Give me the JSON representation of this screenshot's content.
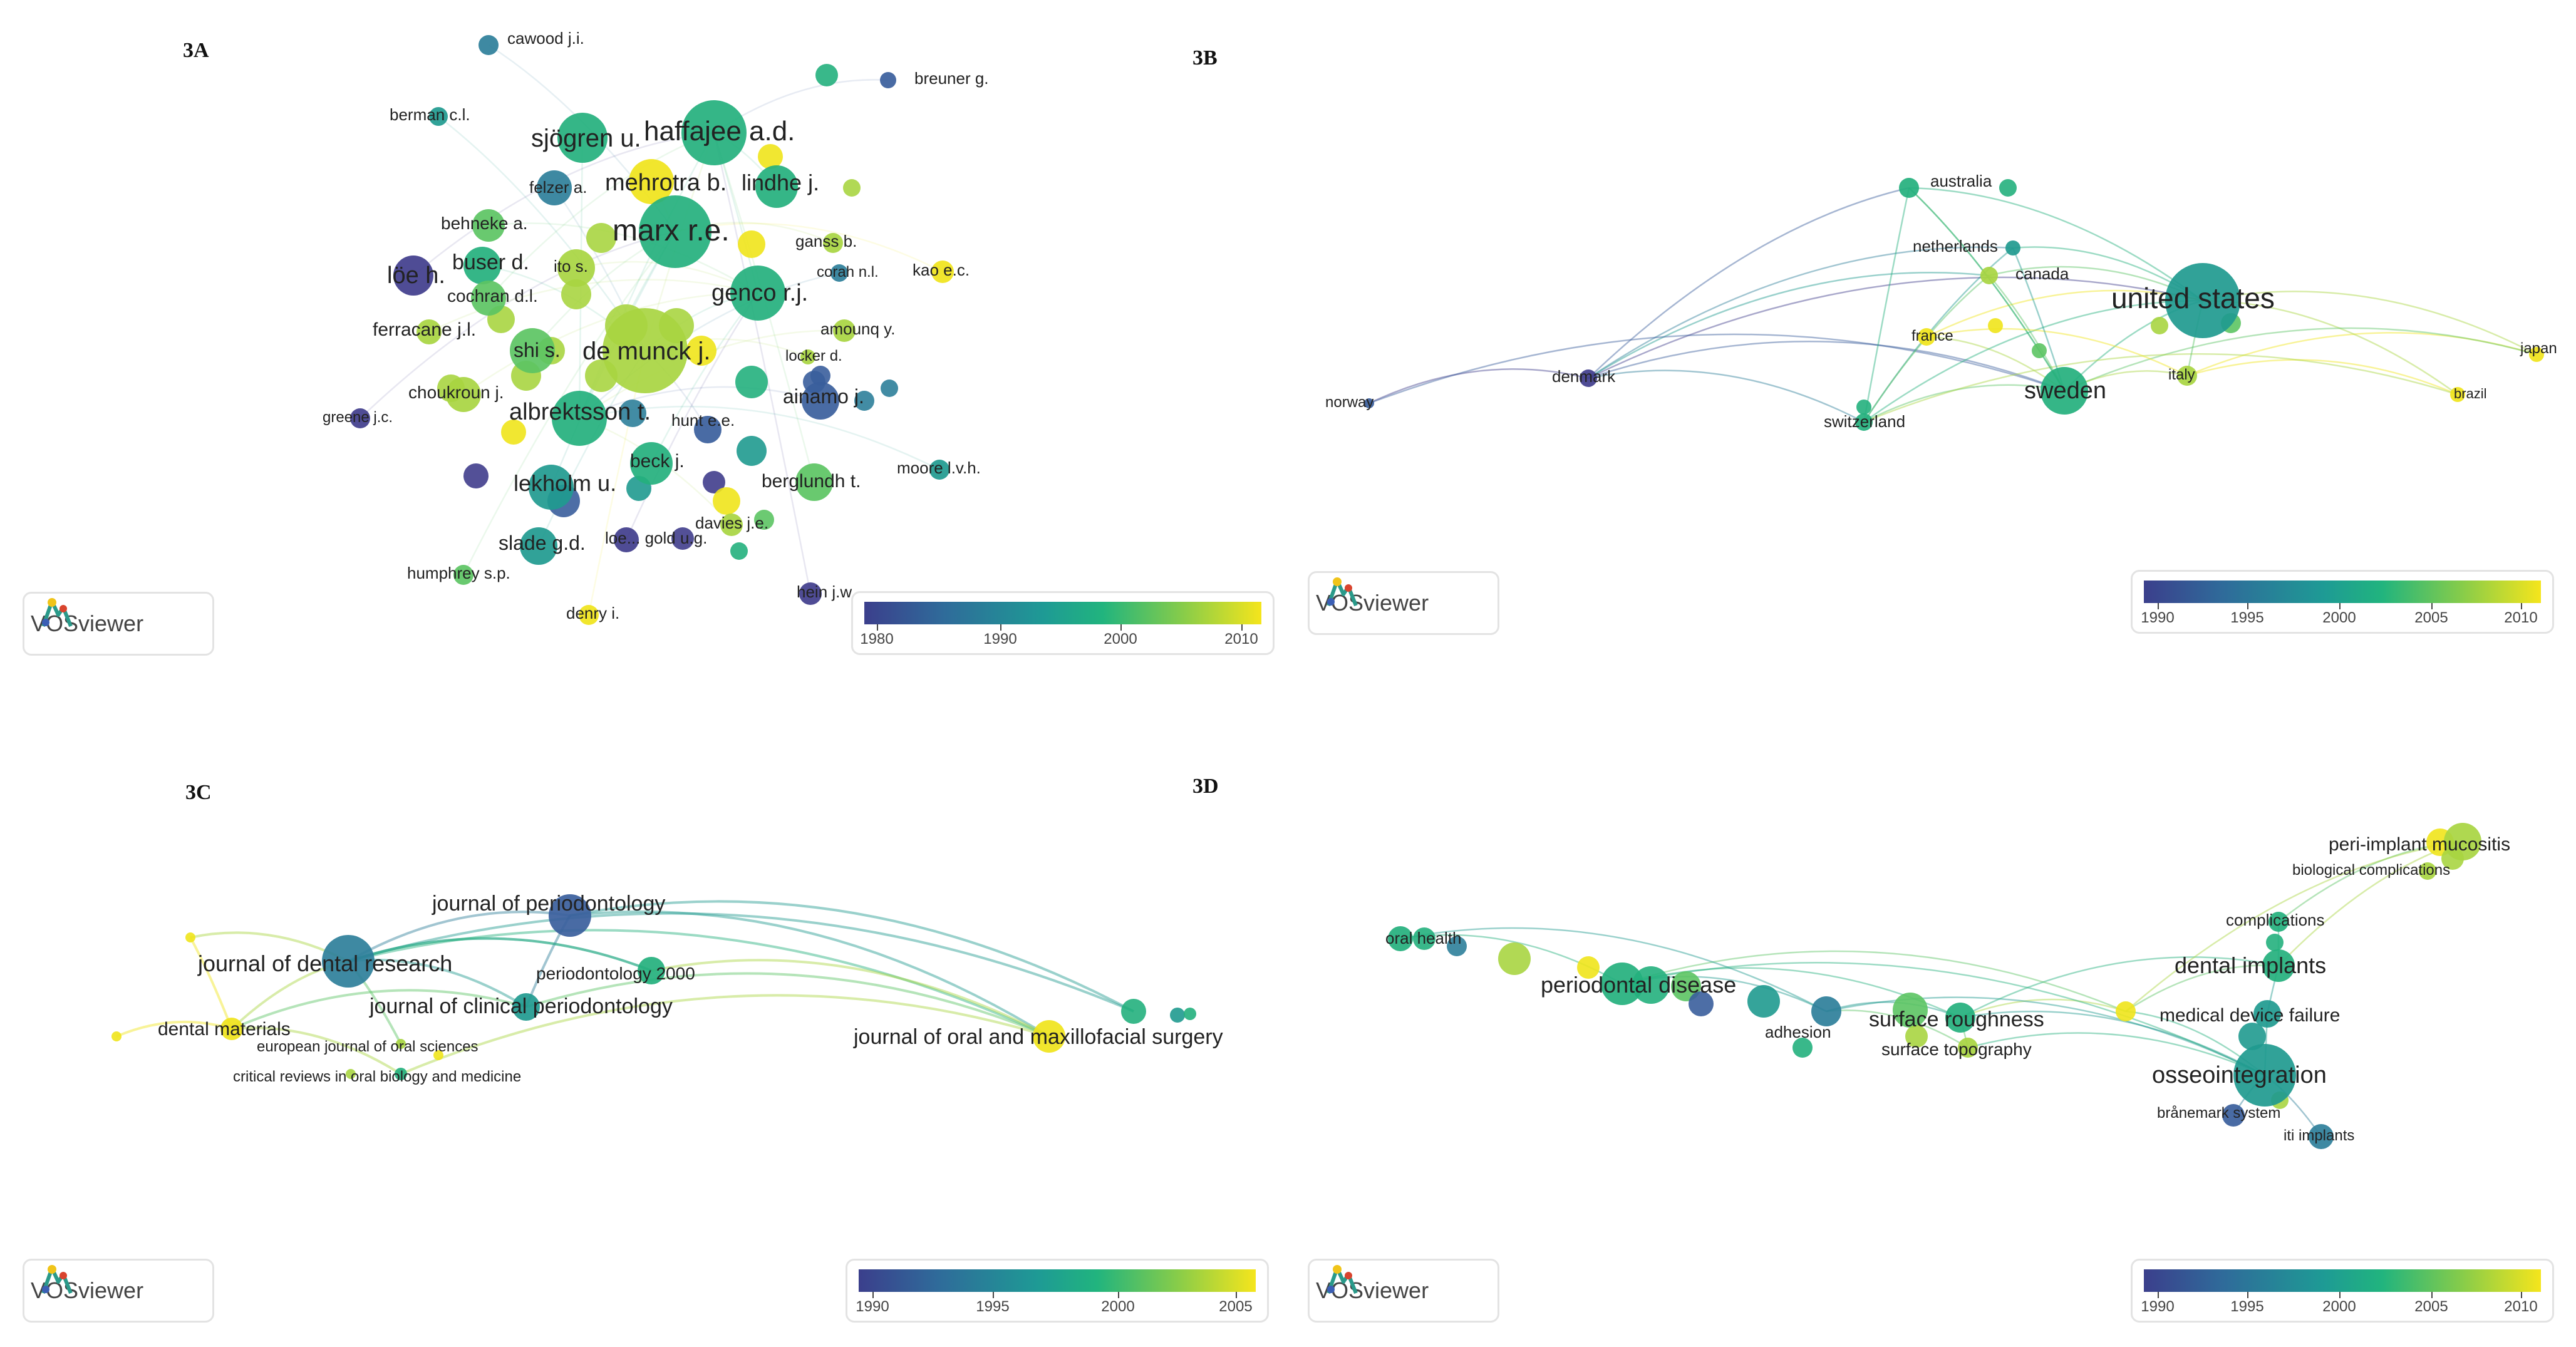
{
  "panels": {
    "a": {
      "label": "3A",
      "logo": "VOSviewer",
      "legend_ticks": [
        "1980",
        "1990",
        "2000",
        "2010"
      ],
      "nodes": [
        {
          "t": "cawood j.i."
        },
        {
          "t": "breuner g."
        },
        {
          "t": "berman c.l."
        },
        {
          "t": "haffajee a.d."
        },
        {
          "t": "sjögren u."
        },
        {
          "t": "mehrotra b."
        },
        {
          "t": "lindhe j."
        },
        {
          "t": "felzer a."
        },
        {
          "t": "behneke a."
        },
        {
          "t": "marx r.e."
        },
        {
          "t": "ganss b."
        },
        {
          "t": "löe h."
        },
        {
          "t": "buser d."
        },
        {
          "t": "ito s."
        },
        {
          "t": "corah n.l."
        },
        {
          "t": "kao e.c."
        },
        {
          "t": "cochran d.l."
        },
        {
          "t": "genco r.j."
        },
        {
          "t": "ferracane j.l."
        },
        {
          "t": "amounq y."
        },
        {
          "t": "shi s."
        },
        {
          "t": "de munck j."
        },
        {
          "t": "locker d."
        },
        {
          "t": "choukroun j."
        },
        {
          "t": "ainamo j."
        },
        {
          "t": "greene j.c."
        },
        {
          "t": "albrektsson t."
        },
        {
          "t": "hunt e.e."
        },
        {
          "t": "beck j."
        },
        {
          "t": "moore l.v.h."
        },
        {
          "t": "lekholm u."
        },
        {
          "t": "berglundh t."
        },
        {
          "t": "slade g.d."
        },
        {
          "t": "loe... gold u.g."
        },
        {
          "t": "davies j.e."
        },
        {
          "t": "humphrey s.p."
        },
        {
          "t": "hein j.w."
        },
        {
          "t": "denry i."
        }
      ]
    },
    "b": {
      "label": "3B",
      "logo": "VOSviewer",
      "legend_ticks": [
        "1990",
        "1995",
        "2000",
        "2005",
        "2010"
      ],
      "nodes": [
        {
          "t": "australia"
        },
        {
          "t": "netherlands"
        },
        {
          "t": "canada"
        },
        {
          "t": "united states"
        },
        {
          "t": "france"
        },
        {
          "t": "japan"
        },
        {
          "t": "denmark"
        },
        {
          "t": "italy"
        },
        {
          "t": "sweden"
        },
        {
          "t": "brazil"
        },
        {
          "t": "norway"
        },
        {
          "t": "switzerland"
        }
      ]
    },
    "c": {
      "label": "3C",
      "logo": "VOSviewer",
      "legend_ticks": [
        "1990",
        "1995",
        "2000",
        "2005"
      ],
      "nodes": [
        {
          "t": "journal of periodontology"
        },
        {
          "t": "journal of dental research"
        },
        {
          "t": "periodontology 2000"
        },
        {
          "t": "journal of clinical periodontology"
        },
        {
          "t": "dental materials"
        },
        {
          "t": "journal of oral and maxillofacial surgery"
        },
        {
          "t": "european journal of oral sciences"
        },
        {
          "t": "critical reviews in oral biology and medicine"
        }
      ]
    },
    "d": {
      "label": "3D",
      "logo": "VOSviewer",
      "legend_ticks": [
        "1990",
        "1995",
        "2000",
        "2005",
        "2010"
      ],
      "nodes": [
        {
          "t": "peri-implant mucositis"
        },
        {
          "t": "biological complications"
        },
        {
          "t": "complications"
        },
        {
          "t": "oral health"
        },
        {
          "t": "dental implants"
        },
        {
          "t": "periodontal disease"
        },
        {
          "t": "surface roughness"
        },
        {
          "t": "medical device failure"
        },
        {
          "t": "adhesion"
        },
        {
          "t": "surface topography"
        },
        {
          "t": "osseointegration"
        },
        {
          "t": "brånemark system"
        },
        {
          "t": "iti implants"
        }
      ]
    }
  }
}
